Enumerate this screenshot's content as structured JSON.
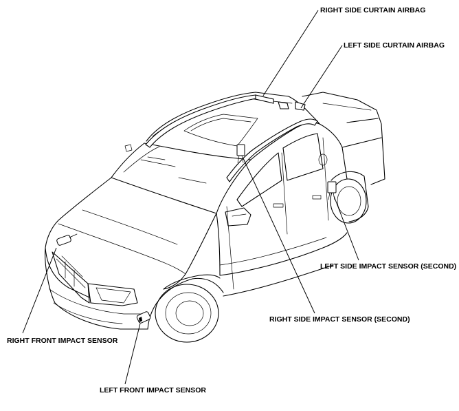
{
  "labels": {
    "right_side_curtain_airbag": "RIGHT SIDE CURTAIN AIRBAG",
    "left_side_curtain_airbag": "LEFT SIDE CURTAIN AIRBAG",
    "left_side_impact_sensor_second": "LEFT SIDE IMPACT SENSOR (SECOND)",
    "right_side_impact_sensor_second": "RIGHT SIDE IMPACT SENSOR (SECOND)",
    "right_front_impact_sensor": "RIGHT FRONT IMPACT SENSOR",
    "left_front_impact_sensor": "LEFT FRONT IMPACT SENSOR"
  }
}
